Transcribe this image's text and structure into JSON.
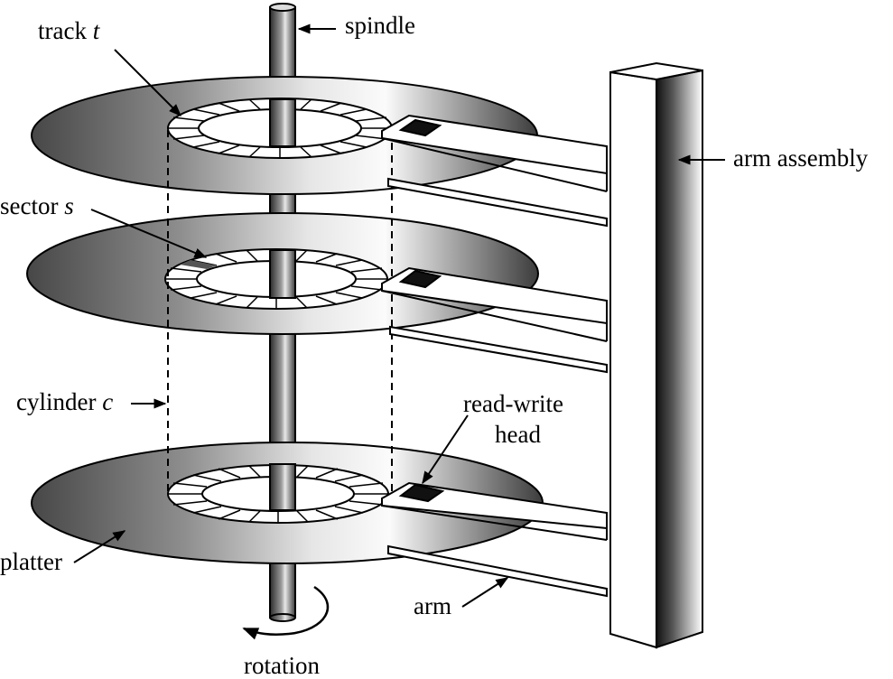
{
  "labels": {
    "track": "track",
    "track_var": "t",
    "spindle": "spindle",
    "arm_assembly": "arm assembly",
    "sector": "sector",
    "sector_var": "s",
    "cylinder": "cylinder",
    "cylinder_var": "c",
    "read_write_line1": "read-write",
    "read_write_line2": "head",
    "platter": "platter",
    "arm": "arm",
    "rotation": "rotation"
  },
  "components": [
    "spindle",
    "platter",
    "track",
    "sector",
    "cylinder",
    "read-write head",
    "arm",
    "arm assembly",
    "rotation"
  ],
  "colors": {
    "ink": "#000000",
    "platter_dark": "#4a4a4a",
    "platter_light": "#fafafa",
    "paper": "#ffffff"
  }
}
